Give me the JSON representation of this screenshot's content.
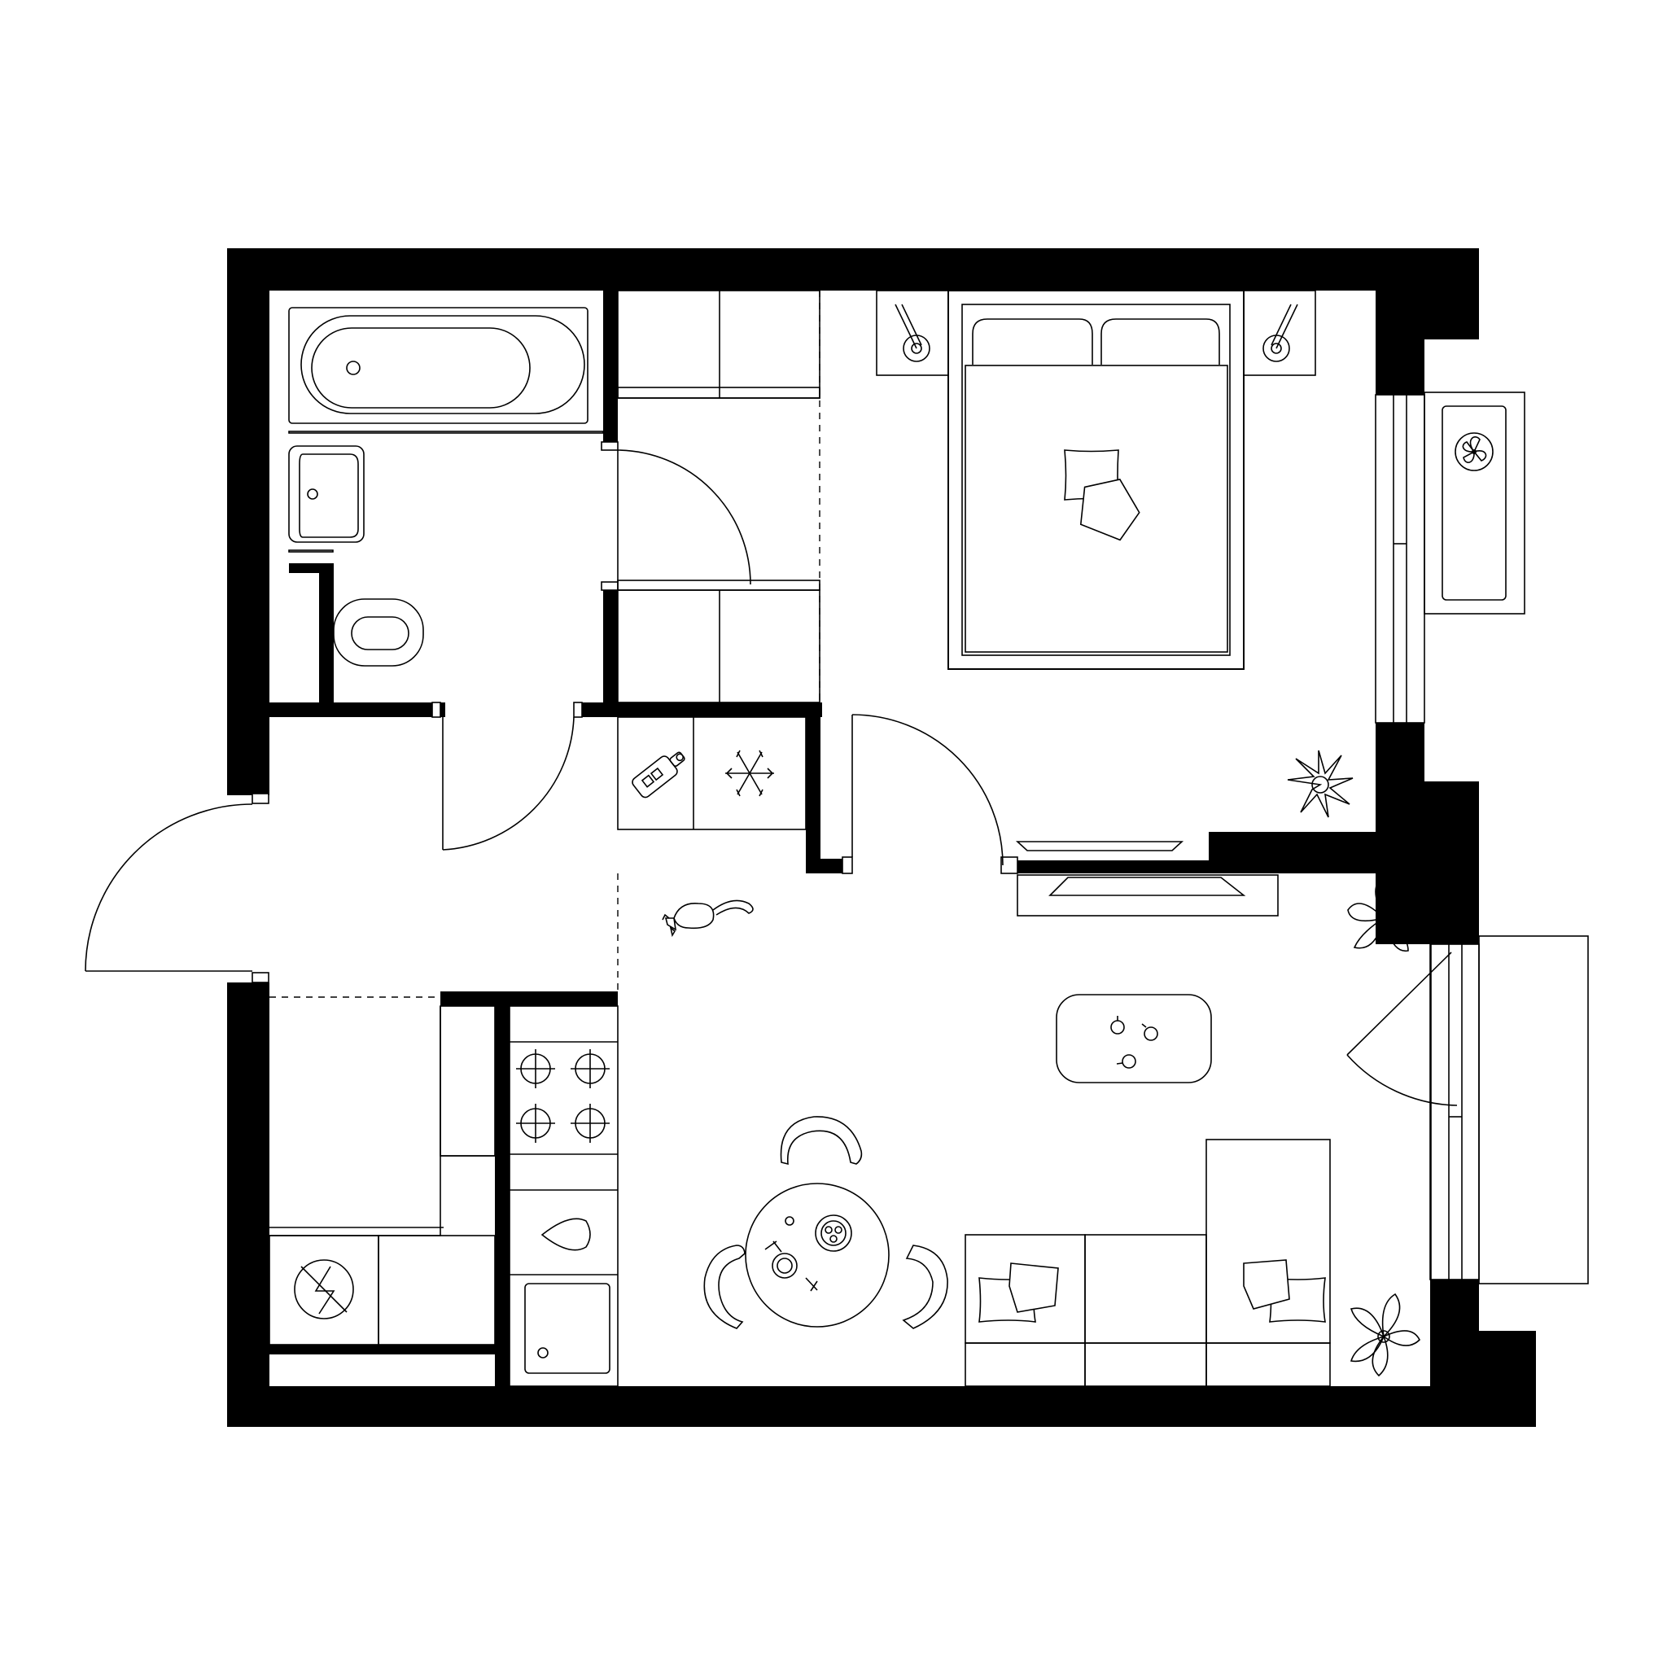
{
  "plan": {
    "colors": {
      "wall": "#000000",
      "line": "#000000",
      "background": "#ffffff"
    },
    "rooms": [
      "bathroom",
      "hallway",
      "wardrobe",
      "bedroom",
      "kitchen-living-room",
      "storage",
      "balcony",
      "loggia"
    ],
    "icons": [
      "bathtub-icon",
      "washbasin-icon",
      "toilet-icon",
      "double-bed-icon",
      "bedside-lamp-icon",
      "pillow-icon",
      "plant-icon",
      "tv-stand-icon",
      "cat-icon",
      "coffee-table-icon",
      "cup-icon",
      "dining-table-icon",
      "chair-icon",
      "plate-icon",
      "cutlery-icon",
      "sofa-icon",
      "cooktop-icon",
      "sink-icon",
      "oven-icon",
      "cutting-board-icon",
      "snowflake-icon",
      "electrical-panel-icon",
      "fan-icon",
      "door-swing-icon",
      "window-icon"
    ]
  }
}
